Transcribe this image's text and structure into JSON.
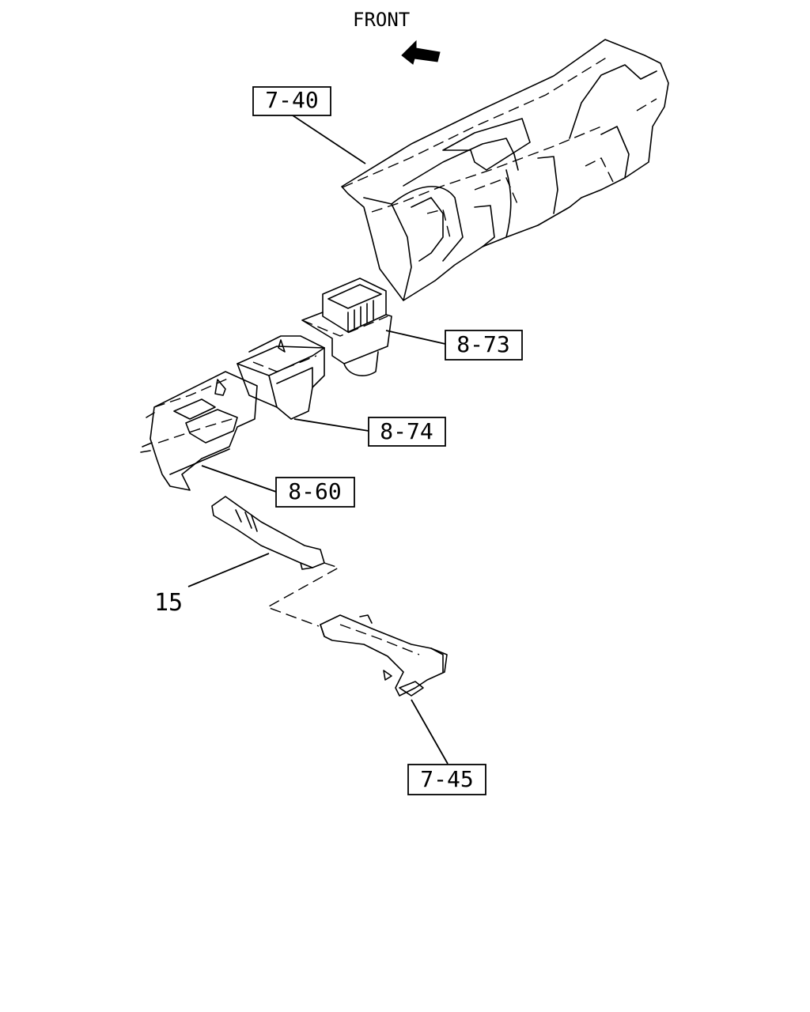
{
  "diagram": {
    "front_label": "FRONT",
    "callouts": {
      "dashboard": "7-40",
      "vent_upper": "8-73",
      "duct_middle": "8-74",
      "heater_unit": "8-60",
      "rear_duct": "15",
      "floor_duct": "7-45"
    }
  }
}
